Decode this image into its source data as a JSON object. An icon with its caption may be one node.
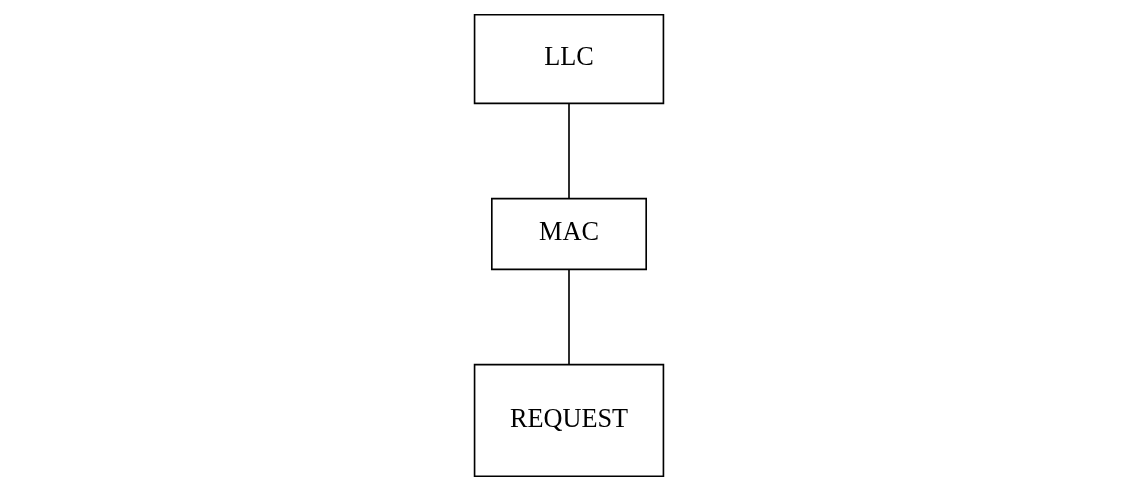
{
  "diagram": {
    "nodes": [
      {
        "text": [
          "LLC"
        ]
      },
      {
        "text": [
          "MAC"
        ]
      },
      {
        "text": [
          "REQUEST"
        ]
      }
    ],
    "edges": [
      {
        "from": 0,
        "to": 1,
        "arrow": "none"
      },
      {
        "from": 1,
        "to": 2,
        "arrow": "none"
      }
    ]
  }
}
